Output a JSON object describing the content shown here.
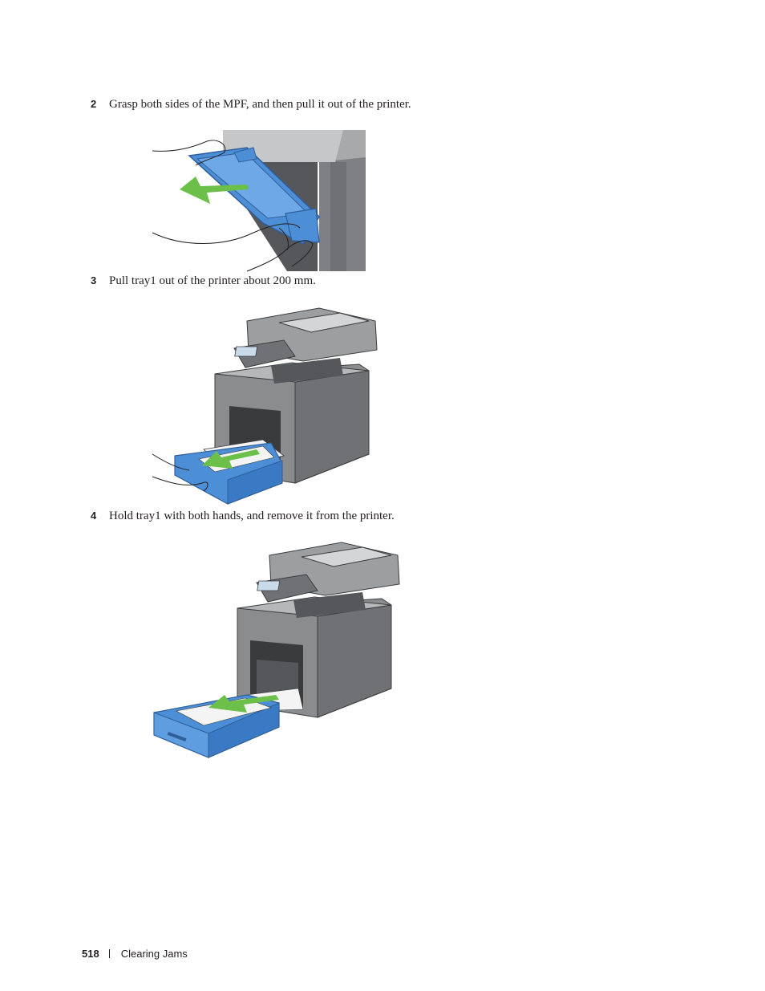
{
  "steps": [
    {
      "number": "2",
      "text": "Grasp both sides of the MPF, and then pull it out of the printer."
    },
    {
      "number": "3",
      "text": "Pull tray1 out of the printer about 200 mm."
    },
    {
      "number": "4",
      "text": "Hold tray1 with both hands, and remove it from the printer."
    }
  ],
  "footer": {
    "page_number": "518",
    "section": "Clearing Jams"
  },
  "colors": {
    "tray_blue": "#4d8fd6",
    "arrow_green": "#6cc04a",
    "printer_gray": "#8a8c8e",
    "text": "#231f20"
  }
}
